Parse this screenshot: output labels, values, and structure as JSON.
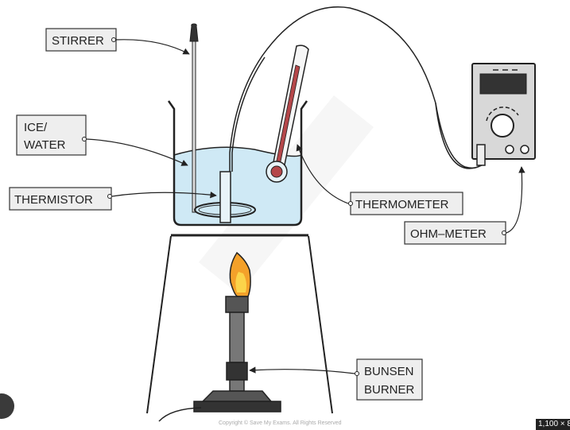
{
  "labels": {
    "stirrer": "STIRRER",
    "ice_line1": "ICE/",
    "ice_line2": "WATER",
    "thermistor": "THERMISTOR",
    "thermometer": "THERMOMETER",
    "ohm_meter": "OHM–METER",
    "bunsen_line1": "BUNSEN",
    "bunsen_line2": "BURNER"
  },
  "copyright": "Copyright © Save My Exams. All Rights Reserved",
  "image_size_badge": "1,100 × 8",
  "colors": {
    "water": "#cfe9f5",
    "outline": "#222222",
    "thermometer_red": "#b5474a",
    "flame_orange": "#f4a12a",
    "flame_yellow": "#fbd44a",
    "burner_dark": "#555555",
    "meter_body": "#d8d8d8",
    "meter_screen": "#333333"
  },
  "icons": {
    "stirrer": "stirrer-rod-icon",
    "ohm_meter": "ohm-meter-icon",
    "bunsen_burner": "bunsen-burner-icon",
    "thermometer": "thermometer-icon"
  }
}
